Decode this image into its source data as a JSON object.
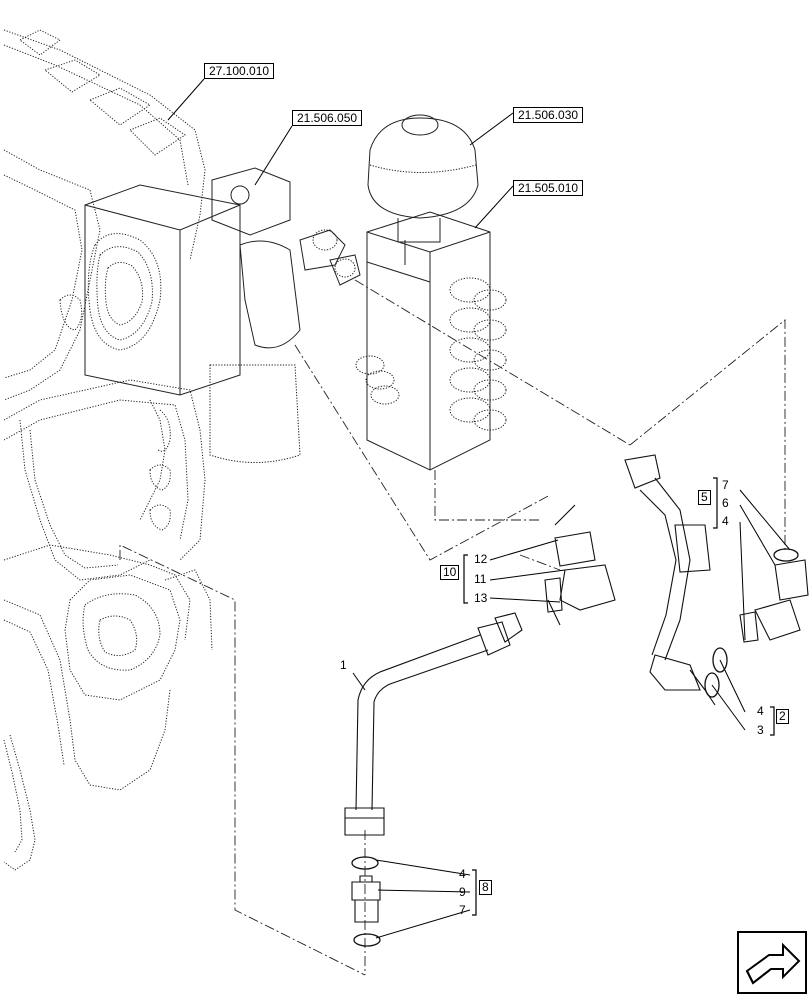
{
  "references": {
    "ref_27_100_010": "27.100.010",
    "ref_21_506_050": "21.506.050",
    "ref_21_506_030": "21.506.030",
    "ref_21_505_010": "21.505.010"
  },
  "callouts": {
    "c1": "1",
    "c12": "12",
    "c11": "11",
    "c13": "13",
    "c10": "10",
    "c7a": "7",
    "c6": "6",
    "c4a": "4",
    "c5": "5",
    "c4b": "4",
    "c3": "3",
    "c2": "2",
    "c4c": "4",
    "c9": "9",
    "c7b": "7",
    "c8": "8"
  },
  "nav_icon": "next-page-arrow-icon"
}
